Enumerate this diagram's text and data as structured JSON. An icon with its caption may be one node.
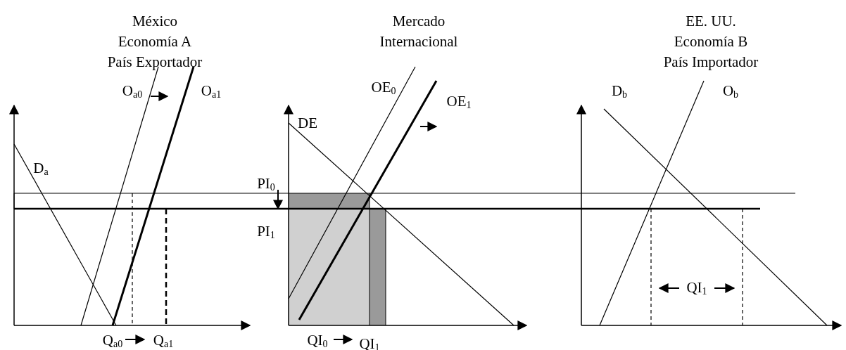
{
  "diagram": {
    "labels": [
      "México",
      "Economía A",
      "País Exportador",
      "Mercado",
      "Internacional",
      "EE. UU.",
      "Economía B",
      "País Importador",
      "O$_{a0}$",
      "O$_{a1}$",
      "D$_{a}$",
      "Q$_{a0}$",
      "Q$_{a1}$",
      "DE",
      "OE$_{0}$",
      "OE$_{1}$",
      "PI$_{0}$",
      "PI$_{1}$",
      "QI$_{0}$",
      "QI$_{1}$",
      "D$_{b}$",
      "O$_{b}$",
      "QI$_{1}$"
    ]
  }
}
